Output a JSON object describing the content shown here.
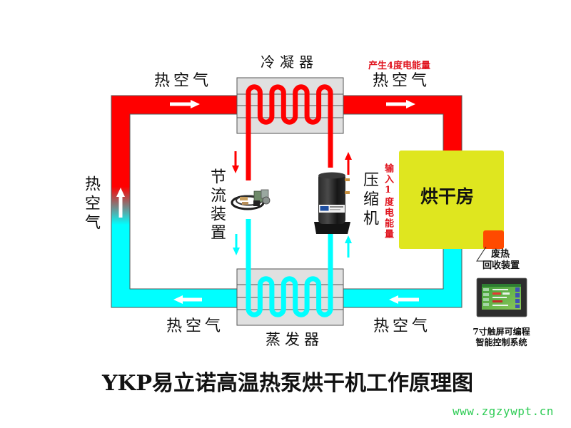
{
  "diagram": {
    "title": "YKP易立诺高温热泵烘干机工作原理图",
    "watermark": "www.zgzywpt.cn"
  },
  "condenser": {
    "label": "冷凝器",
    "icon": "condenser-coil"
  },
  "evaporator": {
    "label": "蒸发器",
    "icon": "evaporator-coil"
  },
  "throttle_device": {
    "label": "节流装置",
    "icon": "expansion-valve"
  },
  "compressor": {
    "label": "压缩机",
    "energy_note": "输入1度电能量",
    "icon": "scroll-compressor"
  },
  "drying_room": {
    "label": "烘干房"
  },
  "heat_recovery": {
    "label_line1": "废热",
    "label_line2": "回收装置"
  },
  "control_system": {
    "label_line1": "7寸触屏可编程",
    "label_line2": "智能控制系统",
    "icon": "touchscreen-panel"
  },
  "air_flow": {
    "top_left_label": "热空气",
    "top_right_label": "热空气",
    "top_right_note": "产生4度电能量",
    "left_label": "热空气",
    "bottom_left_label": "热空气",
    "bottom_right_label": "热空气",
    "arrow_directions": {
      "top_left": "right",
      "top_right": "right",
      "left": "up",
      "bottom_left": "left",
      "bottom_right": "left"
    }
  },
  "refrigerant_flow": {
    "throttle_side": "down",
    "compressor_side": "up"
  },
  "colors": {
    "hot_air": "#ff0000",
    "cold_air": "#00ffff",
    "coil_box": "#e0e0e0",
    "drying_room": "#dfe61f",
    "heat_recovery": "#ff4a00",
    "arrow": "#ffffff",
    "note_red": "#e0141e",
    "watermark": "#2ecc55"
  }
}
